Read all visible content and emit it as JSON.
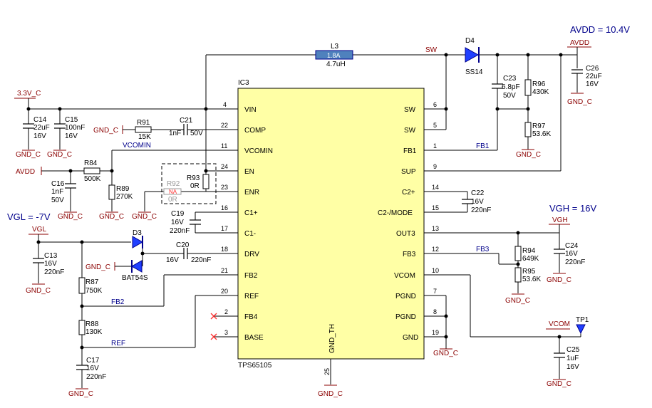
{
  "ic": {
    "ref": "IC3",
    "part": "TPS65105",
    "gnd_label": "GND_TH",
    "gnd_pin": "25",
    "left_pins": [
      {
        "num": "4",
        "name": "VIN"
      },
      {
        "num": "22",
        "name": "COMP"
      },
      {
        "num": "11",
        "name": "VCOMIN"
      },
      {
        "num": "24",
        "name": "EN"
      },
      {
        "num": "23",
        "name": "ENR"
      },
      {
        "num": "16",
        "name": "C1+"
      },
      {
        "num": "17",
        "name": "C1-"
      },
      {
        "num": "18",
        "name": "DRV"
      },
      {
        "num": "21",
        "name": "FB2"
      },
      {
        "num": "20",
        "name": "REF"
      },
      {
        "num": "2",
        "name": "FB4"
      },
      {
        "num": "3",
        "name": "BASE"
      }
    ],
    "right_pins": [
      {
        "num": "6",
        "name": "SW"
      },
      {
        "num": "5",
        "name": "SW"
      },
      {
        "num": "1",
        "name": "FB1"
      },
      {
        "num": "9",
        "name": "SUP"
      },
      {
        "num": "14",
        "name": "C2+"
      },
      {
        "num": "15",
        "name": "C2-/MODE"
      },
      {
        "num": "13",
        "name": "OUT3"
      },
      {
        "num": "12",
        "name": "FB3"
      },
      {
        "num": "10",
        "name": "VCOM"
      },
      {
        "num": "7",
        "name": "PGND"
      },
      {
        "num": "8",
        "name": "PGND"
      },
      {
        "num": "19",
        "name": "GND"
      }
    ]
  },
  "headings": {
    "avdd": "AVDD = 10.4V",
    "vgl": "VGL = -7V",
    "vgh": "VGH = 16V"
  },
  "nets": {
    "v33": "3.3V_C",
    "gnd": "GND_C",
    "avdd": "AVDD",
    "vgl": "VGL",
    "vgh": "VGH",
    "vcom": "VCOM",
    "vcomin": "VCOMIN",
    "sw": "SW",
    "fb1": "FB1",
    "fb2": "FB2",
    "fb3": "FB3",
    "ref": "REF"
  },
  "components": {
    "L3": {
      "ref": "L3",
      "value": "4.7uH",
      "tag": "1.8A"
    },
    "D4": {
      "ref": "D4",
      "value": "SS14"
    },
    "D3": {
      "ref": "D3",
      "value": "BAT54S"
    },
    "TP1": {
      "ref": "TP1"
    },
    "C14": {
      "ref": "C14",
      "v1": "22uF",
      "v2": "16V"
    },
    "C15": {
      "ref": "C15",
      "v1": "100nF",
      "v2": "16V"
    },
    "C16": {
      "ref": "C16",
      "v1": "1nF",
      "v2": "50V"
    },
    "C13": {
      "ref": "C13",
      "v1": "16V",
      "v2": "220nF"
    },
    "C17": {
      "ref": "C17",
      "v1": "16V",
      "v2": "220nF"
    },
    "C21": {
      "ref": "C21",
      "v1": "1nF",
      "v2": "50V"
    },
    "C19": {
      "ref": "C19",
      "v1": "16V",
      "v2": "220nF"
    },
    "C20": {
      "ref": "C20",
      "v1": "16V",
      "v2": "220nF"
    },
    "C22": {
      "ref": "C22",
      "v1": "16V",
      "v2": "220nF"
    },
    "C23": {
      "ref": "C23",
      "v1": "6.8pF",
      "v2": "50V"
    },
    "C26": {
      "ref": "C26",
      "v1": "22uF",
      "v2": "16V"
    },
    "C24": {
      "ref": "C24",
      "v1": "16V",
      "v2": "220nF"
    },
    "C25": {
      "ref": "C25",
      "v1": "1uF",
      "v2": "16V"
    },
    "R91": {
      "ref": "R91",
      "value": "15K"
    },
    "R84": {
      "ref": "R84",
      "value": "500K"
    },
    "R89": {
      "ref": "R89",
      "value": "270K"
    },
    "R93": {
      "ref": "R93",
      "value": "0R"
    },
    "R92": {
      "ref": "R92",
      "value": "0R",
      "tag": "NA"
    },
    "R87": {
      "ref": "R87",
      "value": "750K"
    },
    "R88": {
      "ref": "R88",
      "value": "130K"
    },
    "R96": {
      "ref": "R96",
      "value": "430K"
    },
    "R97": {
      "ref": "R97",
      "value": "53.6K"
    },
    "R94": {
      "ref": "R94",
      "value": "649K"
    },
    "R95": {
      "ref": "R95",
      "value": "53.6K"
    }
  }
}
